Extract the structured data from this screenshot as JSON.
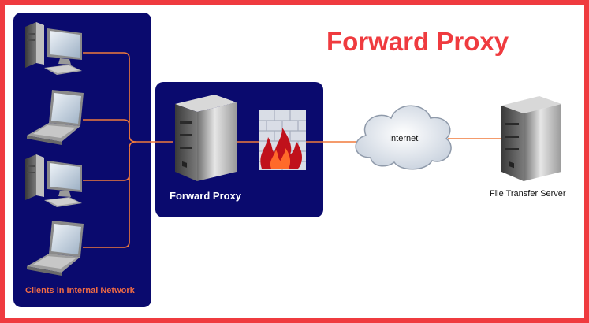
{
  "title": "Forward Proxy",
  "labels": {
    "clients": "Clients in Internal Network",
    "proxy": "Forward Proxy",
    "internet": "Internet",
    "server": "File Transfer Server"
  },
  "colors": {
    "border": "#ef3b3f",
    "panel": "#0a0a6e",
    "connector": "#f07a3c",
    "title": "#ef3b3f",
    "clients_label": "#f06b44"
  },
  "nodes": [
    {
      "id": "client-1",
      "icon": "desktop-computer-icon"
    },
    {
      "id": "client-2",
      "icon": "laptop-icon"
    },
    {
      "id": "client-3",
      "icon": "desktop-computer-icon"
    },
    {
      "id": "client-4",
      "icon": "laptop-icon"
    },
    {
      "id": "proxy",
      "icon": "server-tower-icon"
    },
    {
      "id": "firewall",
      "icon": "firewall-icon"
    },
    {
      "id": "internet",
      "icon": "cloud-icon"
    },
    {
      "id": "file-server",
      "icon": "server-tower-icon"
    }
  ]
}
